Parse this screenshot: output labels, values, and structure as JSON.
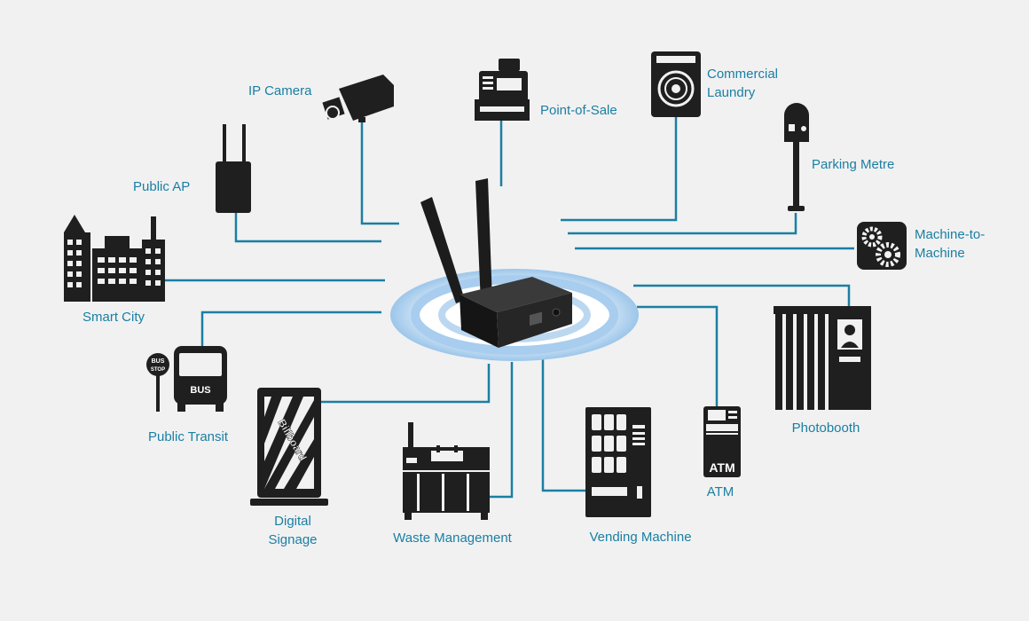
{
  "colors": {
    "background": "#f1f1f2",
    "line": "#1a7fa2",
    "label": "#1a7fa2",
    "icon": "#1f1f1f",
    "glow": "#9cc6ea"
  },
  "center": {
    "name": "lte-router",
    "icon": "router-icon"
  },
  "nodes": [
    {
      "id": "ip-camera",
      "icon": "security-camera-icon",
      "label": [
        "IP Camera"
      ]
    },
    {
      "id": "point-of-sale",
      "icon": "cash-register-icon",
      "label": [
        "Point-of-Sale"
      ]
    },
    {
      "id": "commercial-laundry",
      "icon": "washing-machine-icon",
      "label": [
        "Commercial",
        "Laundry"
      ]
    },
    {
      "id": "parking-metre",
      "icon": "parking-meter-icon",
      "label": [
        "Parking Metre"
      ]
    },
    {
      "id": "machine-to-machine",
      "icon": "gears-icon",
      "label": [
        "Machine-to-",
        "Machine"
      ]
    },
    {
      "id": "public-ap",
      "icon": "access-point-icon",
      "label": [
        "Public AP"
      ]
    },
    {
      "id": "smart-city",
      "icon": "city-buildings-icon",
      "label": [
        "Smart City"
      ]
    },
    {
      "id": "public-transit",
      "icon": "bus-icon",
      "label": [
        "Public Transit"
      ],
      "icon_text": [
        "BUS",
        "STOP",
        "BUS"
      ]
    },
    {
      "id": "digital-signage",
      "icon": "billboard-icon",
      "label": [
        "Digital",
        "Signage"
      ],
      "icon_text": [
        "Billboard"
      ]
    },
    {
      "id": "waste-management",
      "icon": "waste-plant-icon",
      "label": [
        "Waste Management"
      ]
    },
    {
      "id": "vending-machine",
      "icon": "vending-machine-icon",
      "label": [
        "Vending Machine"
      ]
    },
    {
      "id": "atm",
      "icon": "atm-icon",
      "label": [
        "ATM"
      ],
      "icon_text": [
        "ATM"
      ]
    },
    {
      "id": "photobooth",
      "icon": "photobooth-icon",
      "label": [
        "Photobooth"
      ]
    }
  ]
}
